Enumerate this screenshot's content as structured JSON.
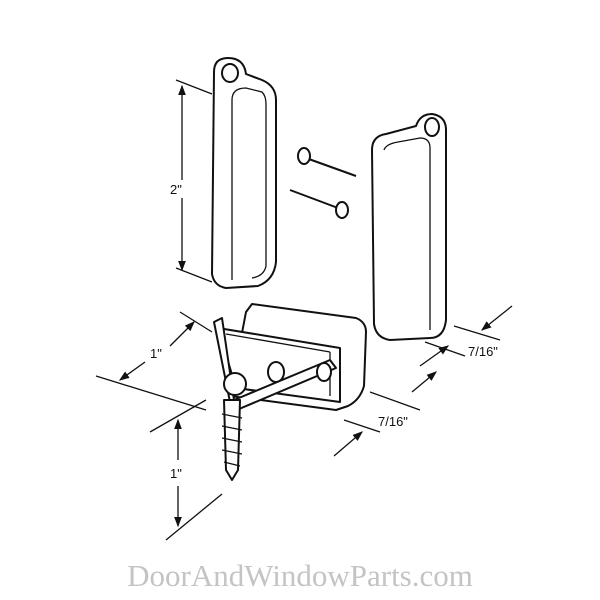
{
  "dimensions": {
    "clip_height": "2\"",
    "bracket_width": "1\"",
    "clip_depth": "7/16\"",
    "bracket_depth": "7/16\"",
    "screw_length": "1\""
  },
  "watermark": "DoorAndWindowParts.com",
  "colors": {
    "line": "#111111",
    "watermark": "#c4c4c4"
  }
}
